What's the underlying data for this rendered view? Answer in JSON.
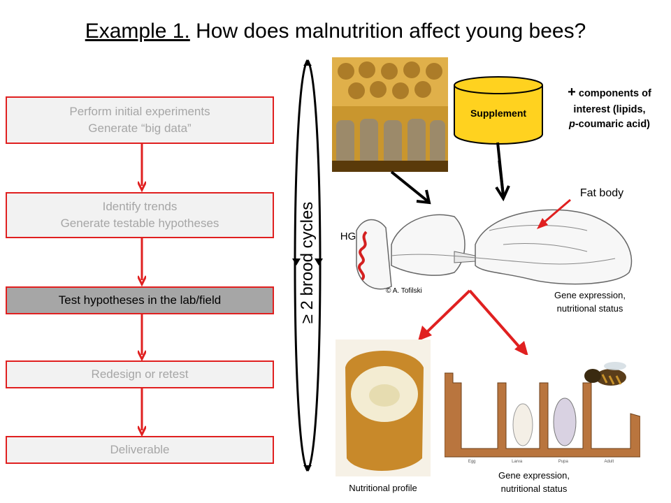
{
  "title": {
    "prefix": "Example 1.",
    "rest": "How does malnutrition affect young bees?"
  },
  "steps": [
    {
      "line1": "Perform initial experiments",
      "line2": "Generate “big data”",
      "active": false
    },
    {
      "line1": "Identify trends",
      "line2": "Generate testable hypotheses",
      "active": false
    },
    {
      "line1": "Test hypotheses in the lab/field",
      "line2": "",
      "active": true
    },
    {
      "line1": "Redesign or retest",
      "line2": "",
      "active": false
    },
    {
      "line1": "Deliverable",
      "line2": "",
      "active": false
    }
  ],
  "cycle_label": "≥ 2 brood cycles",
  "supplement": {
    "label": "Supplement",
    "components_plus": "+",
    "components_line1": "components of",
    "components_line2": "interest (lipids,",
    "components_line3_italic": "p",
    "components_line3_rest": "-coumaric acid)"
  },
  "bee_diagram": {
    "fat_body_label": "Fat body",
    "hg_label": "HG",
    "credit": "© A. Tofilski",
    "bee_caption_line1": "Gene expression,",
    "bee_caption_line2": "nutritional status"
  },
  "jelly_caption": "Nutritional profile",
  "brood": {
    "stage_labels": [
      "Egg",
      "Larva",
      "Pupa",
      "Adult"
    ],
    "caption_line1": "Gene expression,",
    "caption_line2": "nutritional status"
  },
  "colors": {
    "accent_red": "#e02020",
    "supplement_fill": "#ffd21f",
    "step_bg": "#f2f2f2",
    "active_bg": "#a6a6a6"
  }
}
